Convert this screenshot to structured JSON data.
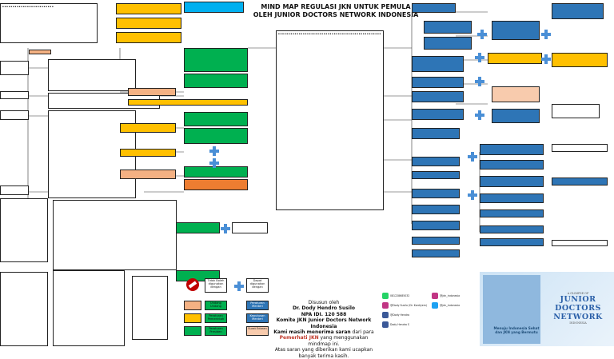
{
  "header": {
    "title_line1": "MIND MAP REGULASI JKN UNTUK PEMULA",
    "title_line2": "OLEH JUNIOR DOCTORS NETWORK INDONESIA"
  },
  "credits": {
    "line1": "Disusun oleh",
    "author": "Dr. Dody Hendro Susilo",
    "npa": "NPA IDI. 120 588",
    "committee": "Komite JKN Junior Doctors Network Indonesia",
    "thanks_bold": "Kami masih menerima saran",
    "thanks_mid": " dari para ",
    "thanks_red": "Pemerhati JKN",
    "thanks_rest": " yang menggunakan mindmap ini.",
    "thanks_end": "Atas  saran yang diberikan kami ucapkan banyak terima kasih."
  },
  "legend": {
    "forbidden": "Tidak Boleh digunakan dengan",
    "combine": "Dapat digunakan dengan",
    "uu": "Undang Undang",
    "pp": "Peraturan Pemerintah",
    "perpres": "Peraturan Presiden",
    "perpres2": "Peraturan Menteri",
    "permen": "Keputusan Menteri",
    "se": "Surat Edaran"
  },
  "social": {
    "wa": "081228685032",
    "ig1": "@jdn_indonesia",
    "ig2": "@Dody Susilo (Dr. Kardiyem)",
    "tw": "@jdn_indonesia",
    "fb1": "@Dody Hendro",
    "fb2": "Dody Hendro S"
  },
  "brand": {
    "tag": "A GLIMPSE OF",
    "word1": "JUNIOR",
    "word2": "DOCTORS",
    "word3": "NETWORK",
    "country": "INDONESIA",
    "slogan1": "Menuju Indonesia Sehat",
    "slogan2": "dan JKN yang Bermutu"
  },
  "colors": {
    "yellow": "#ffc000",
    "orange": "#f4b183",
    "green": "#00b050",
    "blue": "#2e75b6",
    "cyan": "#00b0f0",
    "pink": "#f8cbad",
    "red": "#c00000"
  }
}
